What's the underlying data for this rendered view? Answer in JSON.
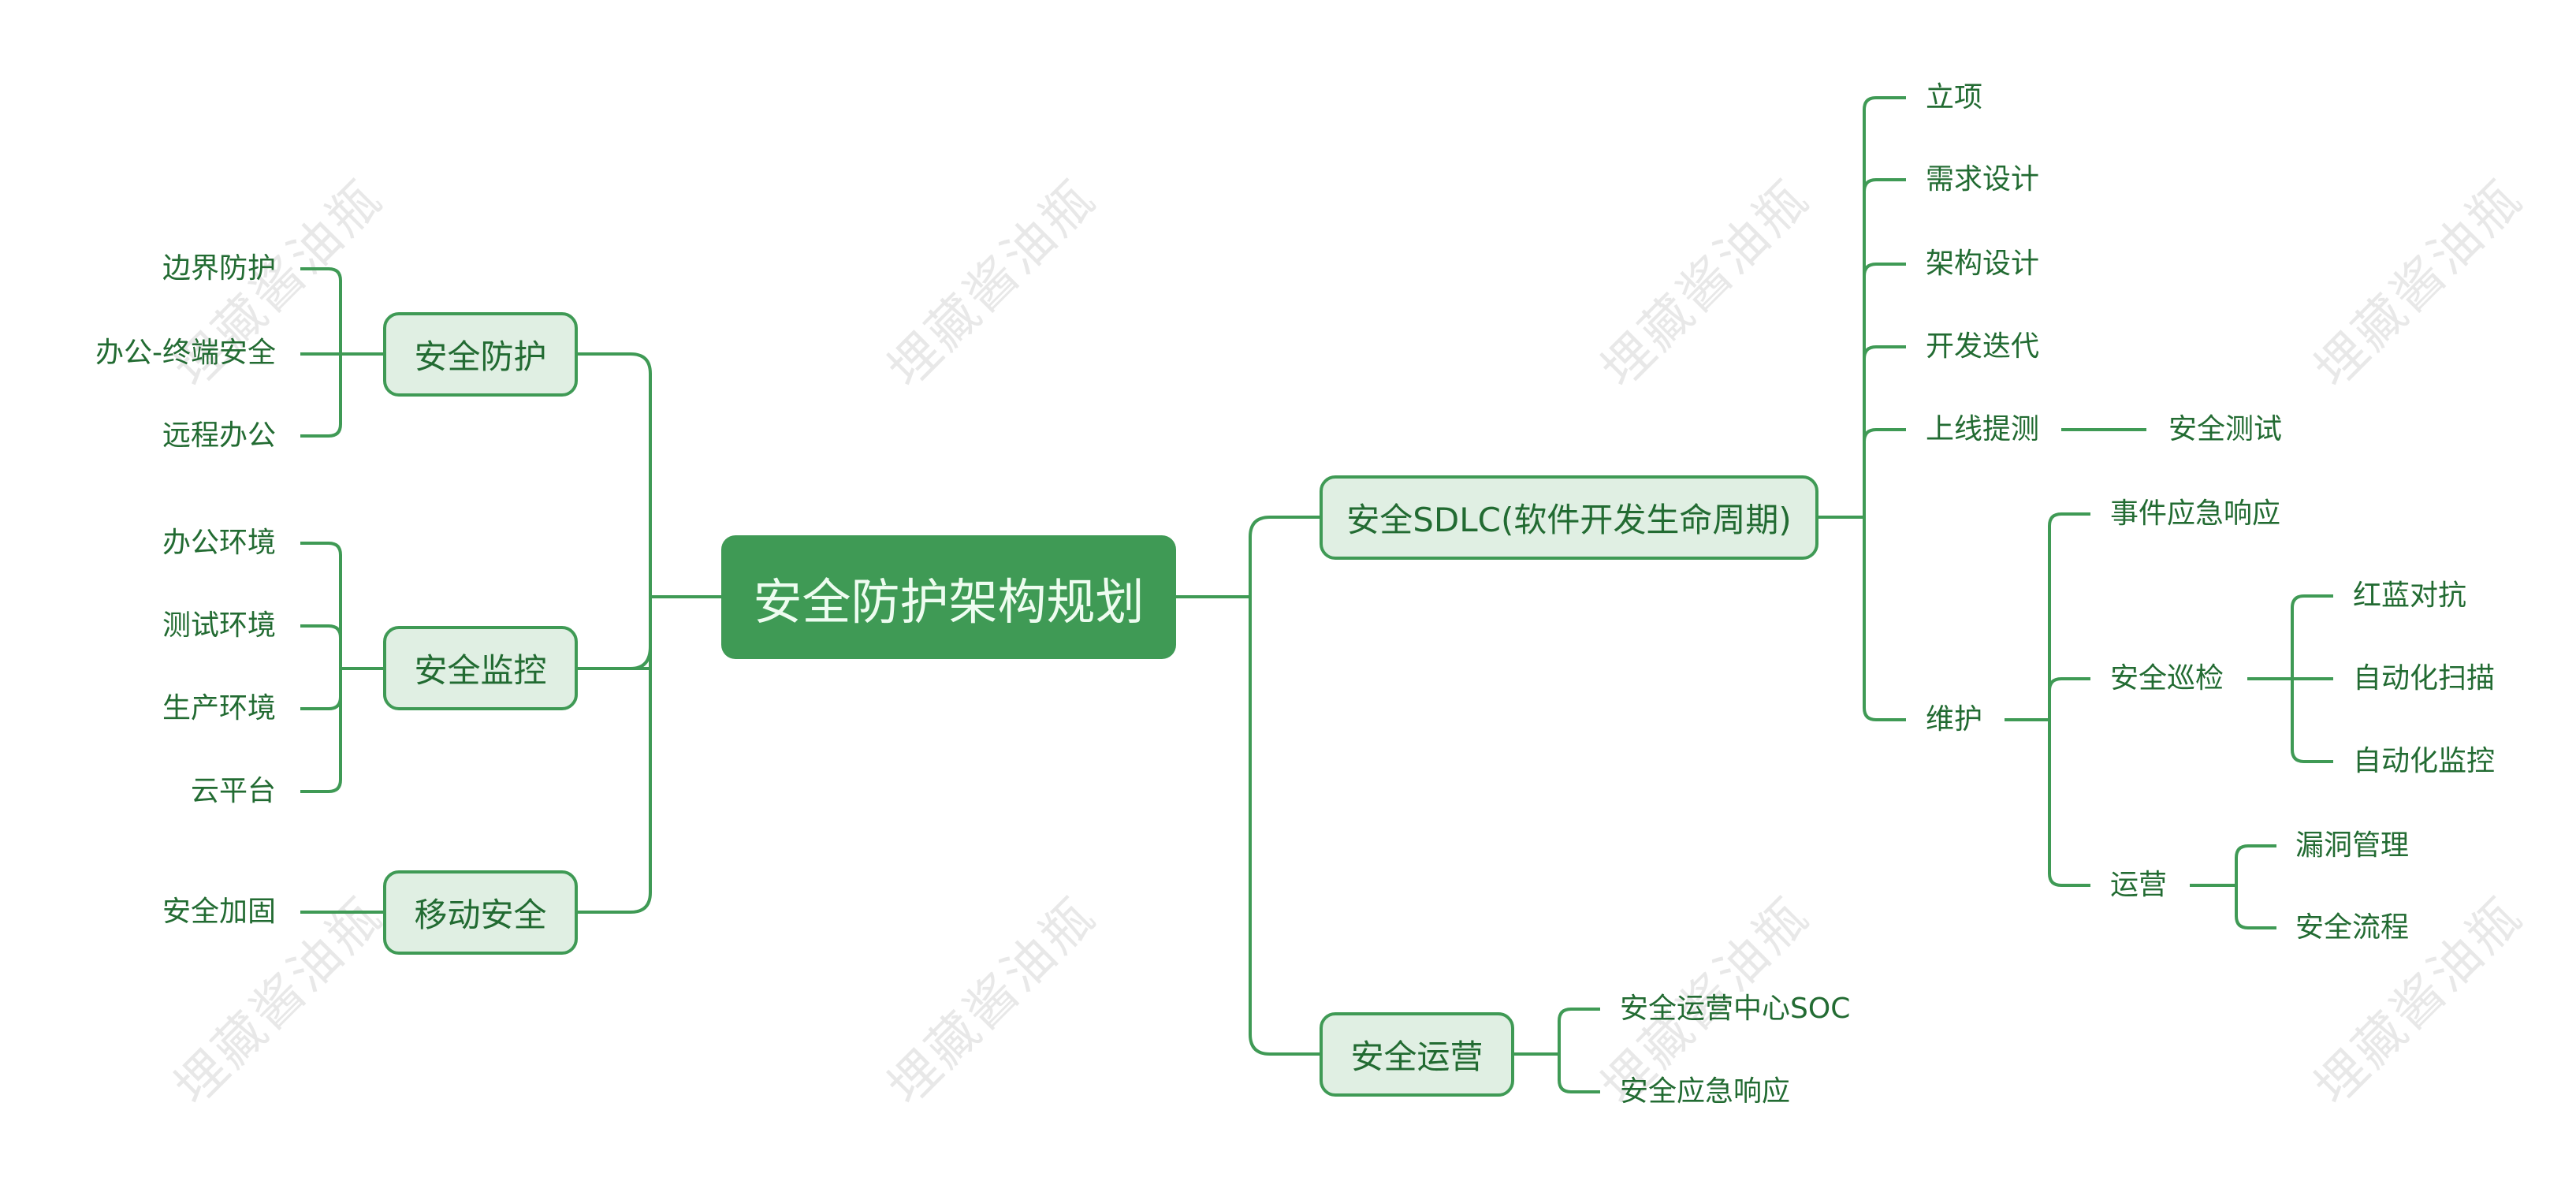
{
  "watermark": "埋藏酱油瓶",
  "colors": {
    "line": "#3f9a55",
    "root_bg": "#3f9a55",
    "node_bg": "#e0efe3",
    "text": "#226b32"
  },
  "root": {
    "label": "安全防护架构规划"
  },
  "left": [
    {
      "label": "安全防护",
      "children": [
        "边界防护",
        "办公-终端安全",
        "远程办公"
      ]
    },
    {
      "label": "安全监控",
      "children": [
        "办公环境",
        "测试环境",
        "生产环境",
        "云平台"
      ]
    },
    {
      "label": "移动安全",
      "children": [
        "安全加固"
      ]
    }
  ],
  "right": [
    {
      "label": "安全SDLC(软件开发生命周期)",
      "children": [
        {
          "label": "立项"
        },
        {
          "label": "需求设计"
        },
        {
          "label": "架构设计"
        },
        {
          "label": "开发迭代"
        },
        {
          "label": "上线提测",
          "children": [
            {
              "label": "安全测试"
            }
          ]
        },
        {
          "label": "维护",
          "children": [
            {
              "label": "事件应急响应"
            },
            {
              "label": "安全巡检",
              "children": [
                {
                  "label": "红蓝对抗"
                },
                {
                  "label": "自动化扫描"
                },
                {
                  "label": "自动化监控"
                }
              ]
            },
            {
              "label": "运营",
              "children": [
                {
                  "label": "漏洞管理"
                },
                {
                  "label": "安全流程"
                }
              ]
            }
          ]
        }
      ]
    },
    {
      "label": "安全运营",
      "children": [
        {
          "label": "安全运营中心SOC"
        },
        {
          "label": "安全应急响应"
        }
      ]
    }
  ]
}
